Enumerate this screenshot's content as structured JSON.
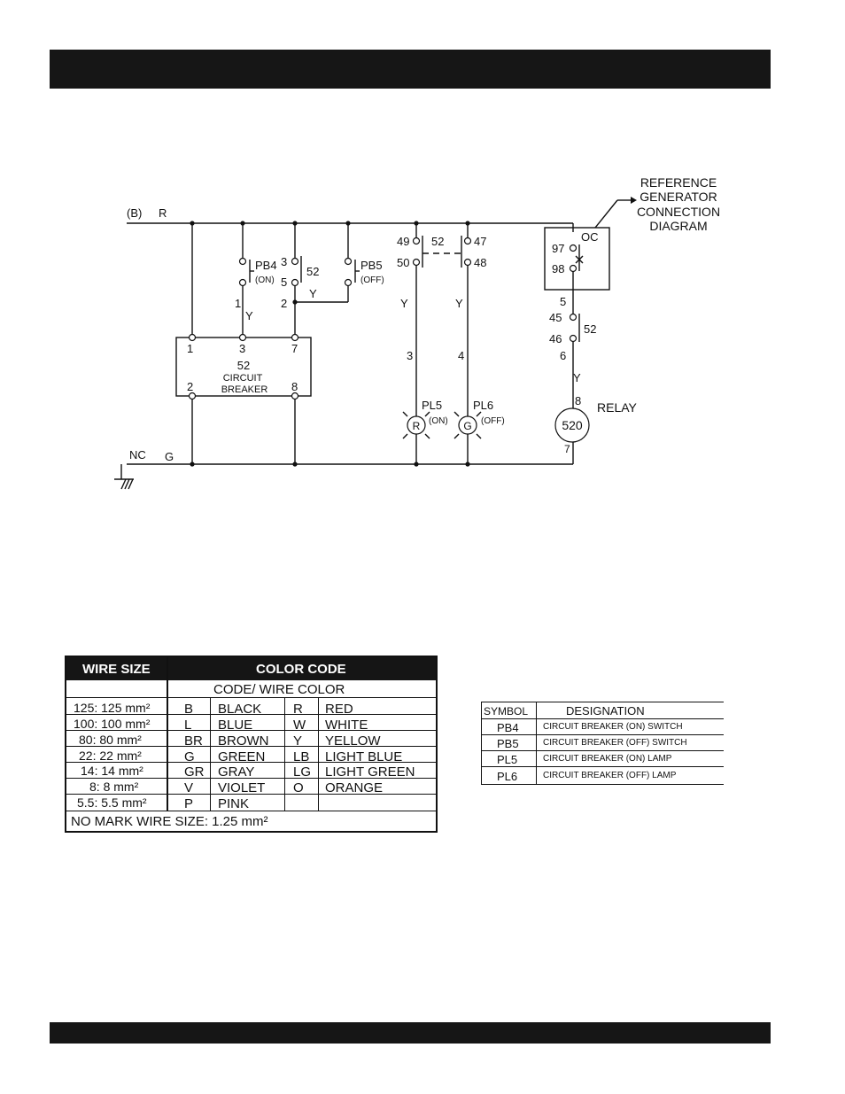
{
  "diagram": {
    "top_wire_label_b": "(B)",
    "top_wire_label_r": "R",
    "bottom_wire_label_nc": "NC",
    "bottom_wire_label_g": "G",
    "pb4_label": "PB4",
    "pb4_sub": "(ON)",
    "pb5_label": "PB5",
    "pb5_sub": "(OFF)",
    "contact_52_label": "52",
    "t3": "3",
    "t5": "5",
    "t2": "2",
    "t1": "1",
    "wire_y": "Y",
    "breaker_t1": "1",
    "breaker_t3": "3",
    "breaker_t7": "7",
    "breaker_t2": "2",
    "breaker_t8": "8",
    "breaker_number": "52",
    "breaker_line1": "CIRCUIT",
    "breaker_line2": "BREAKER",
    "t49": "49",
    "t50": "50",
    "t47": "47",
    "t48": "48",
    "aux_52": "52",
    "wire3": "3",
    "wire4": "4",
    "pl5_label": "PL5",
    "pl5_sub": "(ON)",
    "pl5_letter": "R",
    "pl6_label": "PL6",
    "pl6_sub": "(OFF)",
    "pl6_letter": "G",
    "t97": "97",
    "t98": "98",
    "oc_label": "OC",
    "ref_line1": "REFERENCE",
    "ref_line2": "GENERATOR",
    "ref_line3": "CONNECTION",
    "ref_line4": "DIAGRAM",
    "wire5": "5",
    "t45": "45",
    "t46": "46",
    "relay_52": "52",
    "wire6": "6",
    "wire8": "8",
    "relay_number": "520",
    "relay_label": "RELAY",
    "wire7": "7"
  },
  "wire_table": {
    "header_size": "WIRE SIZE",
    "header_color": "COLOR CODE",
    "subheader": "CODE/ WIRE COLOR",
    "rows": [
      {
        "size": "125: 125 mm²",
        "c1": "B",
        "n1": "BLACK",
        "c2": "R",
        "n2": "RED"
      },
      {
        "size": "100: 100 mm²",
        "c1": "L",
        "n1": "BLUE",
        "c2": "W",
        "n2": "WHITE"
      },
      {
        "size": "80:   80 mm²",
        "c1": "BR",
        "n1": "BROWN",
        "c2": "Y",
        "n2": "YELLOW"
      },
      {
        "size": "22:   22 mm²",
        "c1": "G",
        "n1": "GREEN",
        "c2": "LB",
        "n2": "LIGHT BLUE"
      },
      {
        "size": "14:   14 mm²",
        "c1": "GR",
        "n1": "GRAY",
        "c2": "LG",
        "n2": "LIGHT GREEN"
      },
      {
        "size": "8:    8 mm²",
        "c1": "V",
        "n1": "VIOLET",
        "c2": "O",
        "n2": "ORANGE"
      },
      {
        "size": "5.5:  5.5 mm²",
        "c1": "P",
        "n1": "PINK",
        "c2": "",
        "n2": ""
      }
    ],
    "footer": "NO MARK WIRE SIZE: 1.25 mm²"
  },
  "symbol_table": {
    "header_symbol": "SYMBOL",
    "header_designation": "DESIGNATION",
    "rows": [
      {
        "symbol": "PB4",
        "designation": "CIRCUIT BREAKER (ON) SWITCH"
      },
      {
        "symbol": "PB5",
        "designation": "CIRCUIT BREAKER (OFF) SWITCH"
      },
      {
        "symbol": "PL5",
        "designation": "CIRCUIT BREAKER (ON) LAMP"
      },
      {
        "symbol": "PL6",
        "designation": "CIRCUIT BREAKER (OFF) LAMP"
      }
    ]
  }
}
